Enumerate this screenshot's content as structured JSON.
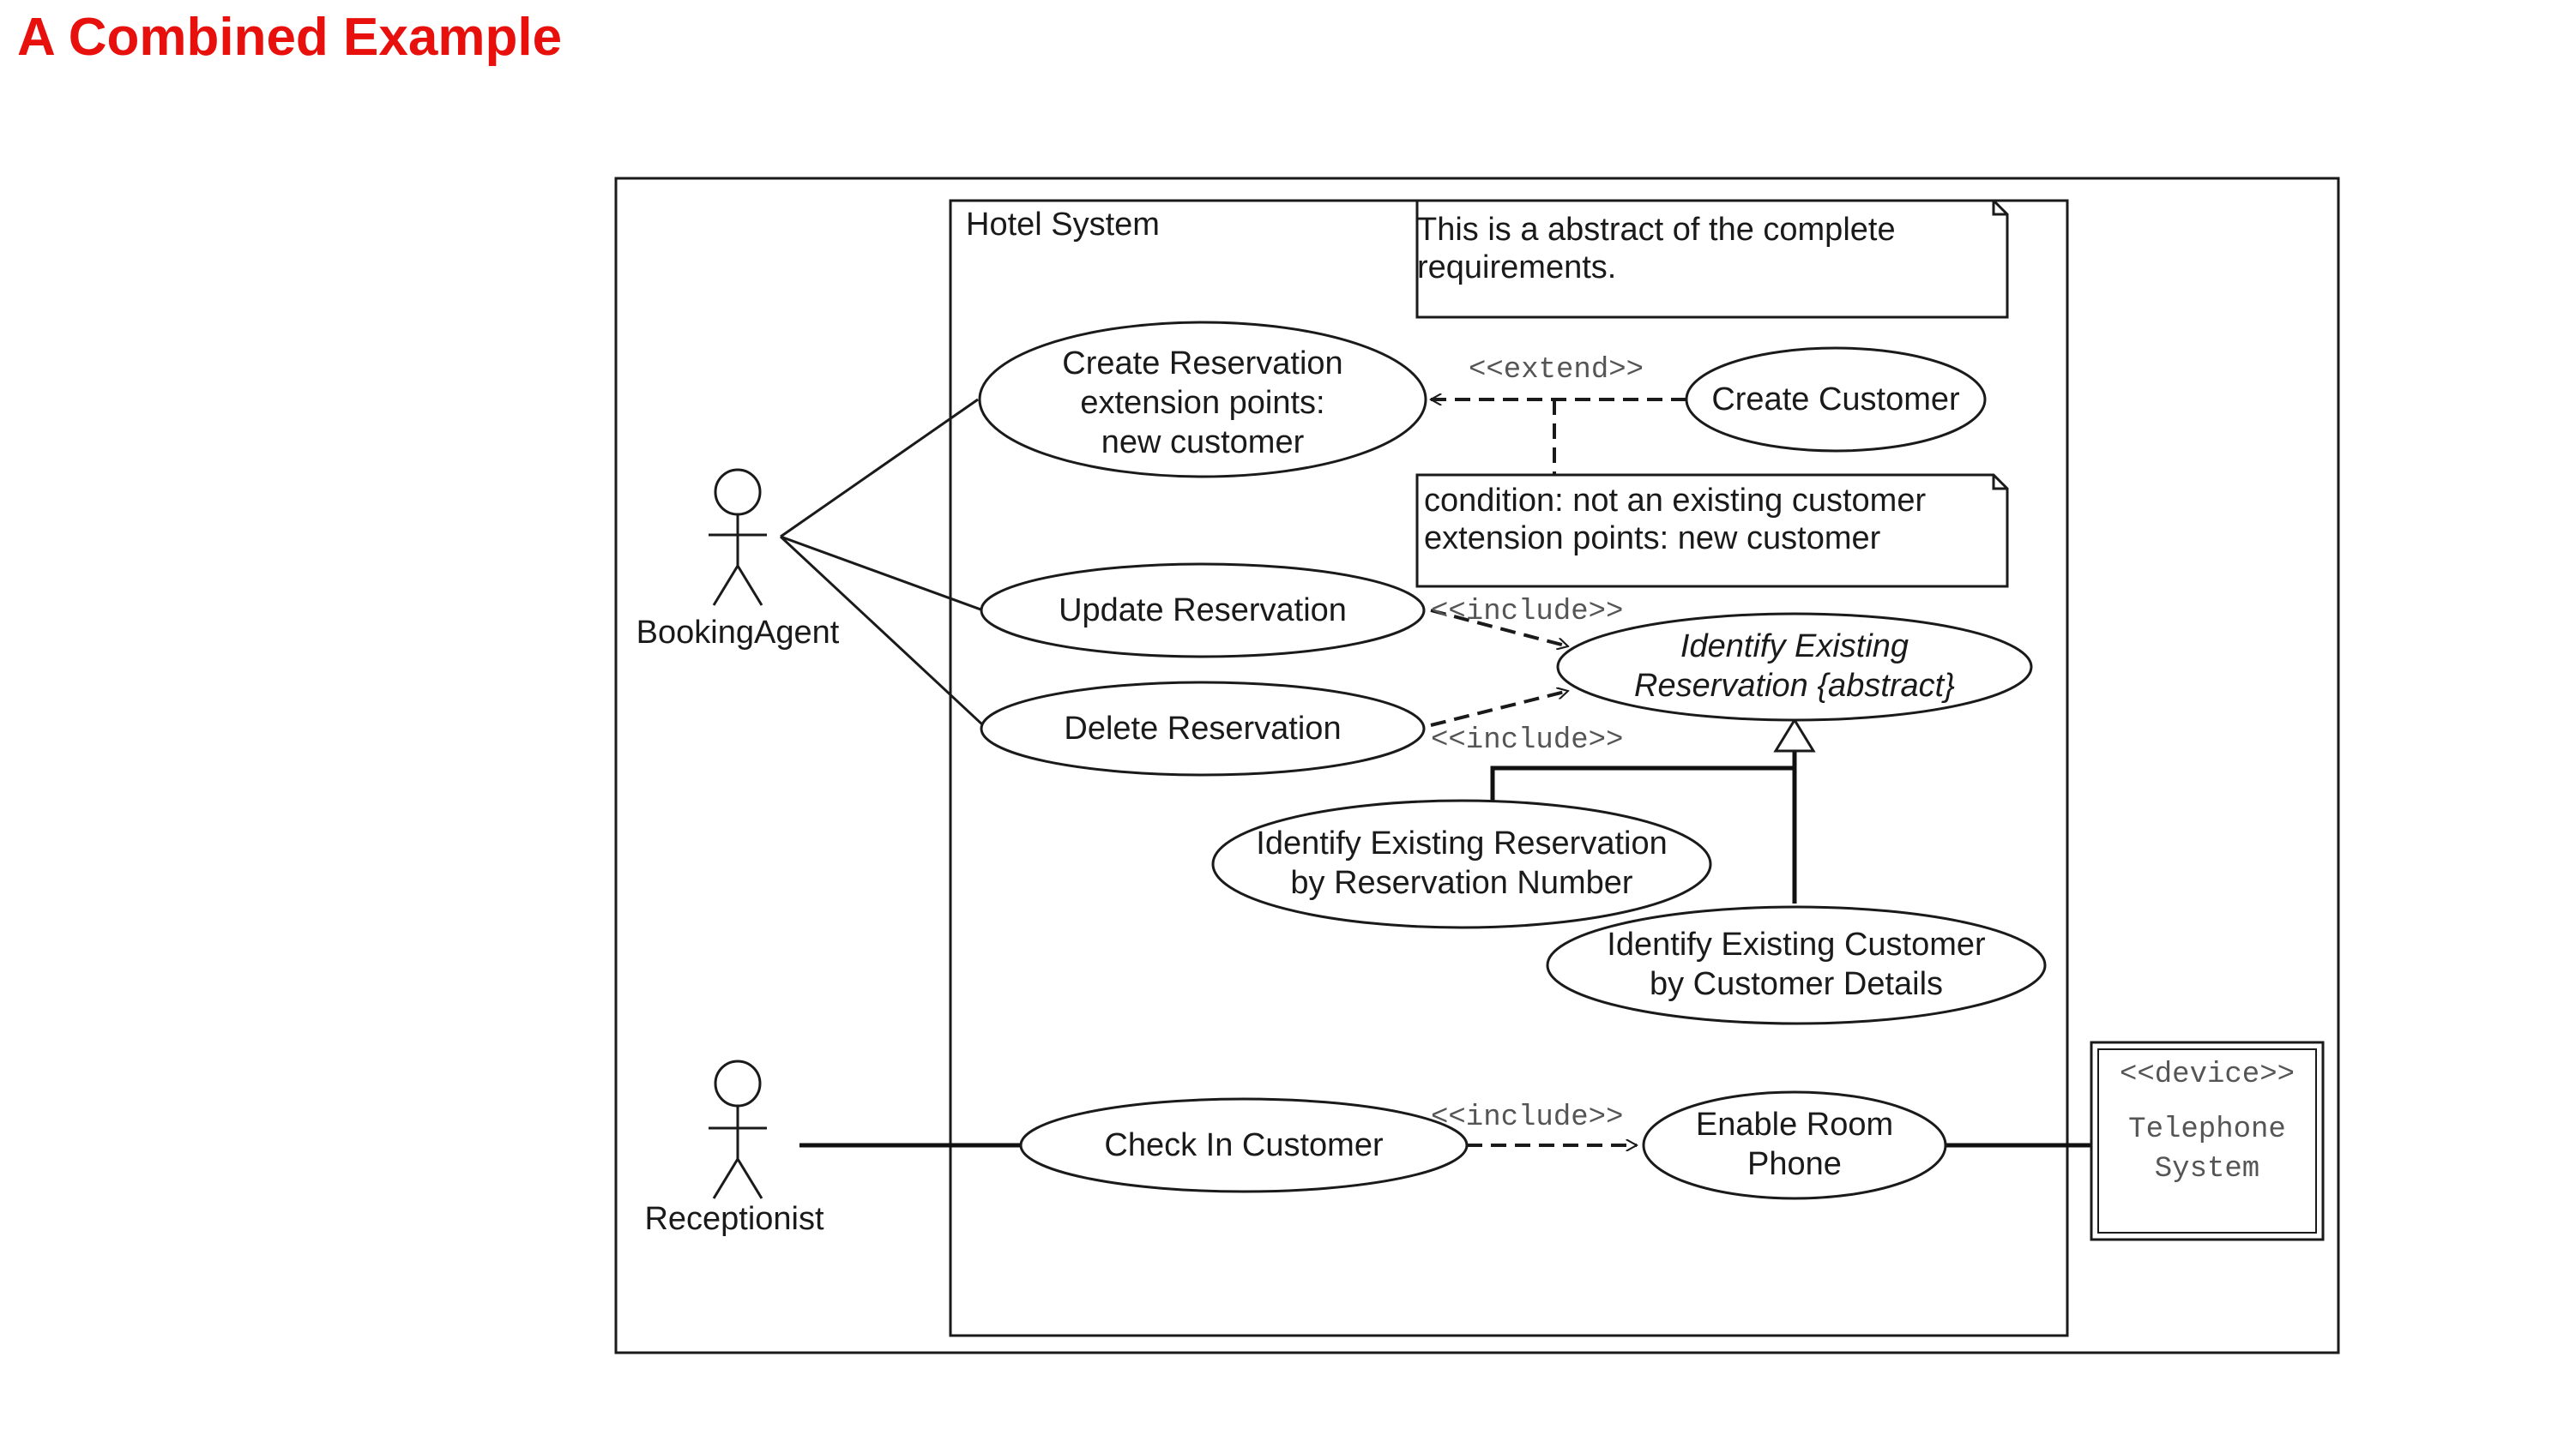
{
  "title": "A Combined Example",
  "system": {
    "name": "Hotel System"
  },
  "notes": {
    "abstract_note": {
      "line1": "This is a abstract of the complete",
      "line2": "requirements."
    },
    "condition_note": {
      "line1": "condition: not an existing customer",
      "line2": "extension points: new customer"
    }
  },
  "actors": {
    "booking_agent": "BookingAgent",
    "receptionist": "Receptionist"
  },
  "use_cases": {
    "create_reservation": {
      "line1": "Create Reservation",
      "line2": "extension points:",
      "line3": "new customer"
    },
    "create_customer": "Create Customer",
    "update_reservation": "Update Reservation",
    "delete_reservation": "Delete Reservation",
    "identify_existing_reservation": {
      "line1": "Identify Existing",
      "line2": "Reservation {abstract}"
    },
    "identify_by_number": {
      "line1": "Identify Existing Reservation",
      "line2": "by Reservation Number"
    },
    "identify_by_customer": {
      "line1": "Identify Existing Customer",
      "line2": "by Customer Details"
    },
    "check_in_customer": "Check In Customer",
    "enable_room_phone": {
      "line1": "Enable Room",
      "line2": "Phone"
    }
  },
  "relations": {
    "extend": "<<extend>>",
    "include_update": "<<include>>",
    "include_delete": "<<include>>",
    "include_checkin": "<<include>>"
  },
  "device": {
    "stereotype": "<<device>>",
    "line1": "Telephone",
    "line2": "System"
  }
}
